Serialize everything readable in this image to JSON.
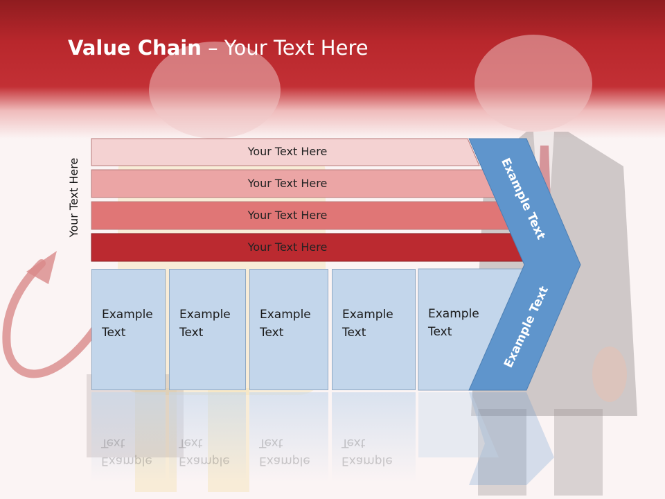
{
  "slide": {
    "title_bold": "Value Chain",
    "title_rest": " – Your Text Here",
    "side_label": "Your Text Here"
  },
  "bars": [
    {
      "label": "Your Text Here",
      "color": "#f4d2d2"
    },
    {
      "label": "Your Text Here",
      "color": "#eba5a5"
    },
    {
      "label": "Your Text Here",
      "color": "#e07676"
    },
    {
      "label": "Your Text Here",
      "color": "#bb2a30"
    }
  ],
  "boxes": [
    {
      "label": "Example Text"
    },
    {
      "label": "Example Text"
    },
    {
      "label": "Example Text"
    },
    {
      "label": "Example Text"
    },
    {
      "label": "Example Text"
    }
  ],
  "chevron": {
    "upper_label": "Example Text",
    "lower_label": "Example Text",
    "color": "#5f95cc"
  },
  "colors": {
    "header": "#c33035",
    "box_fill": "#c3d6eb"
  }
}
